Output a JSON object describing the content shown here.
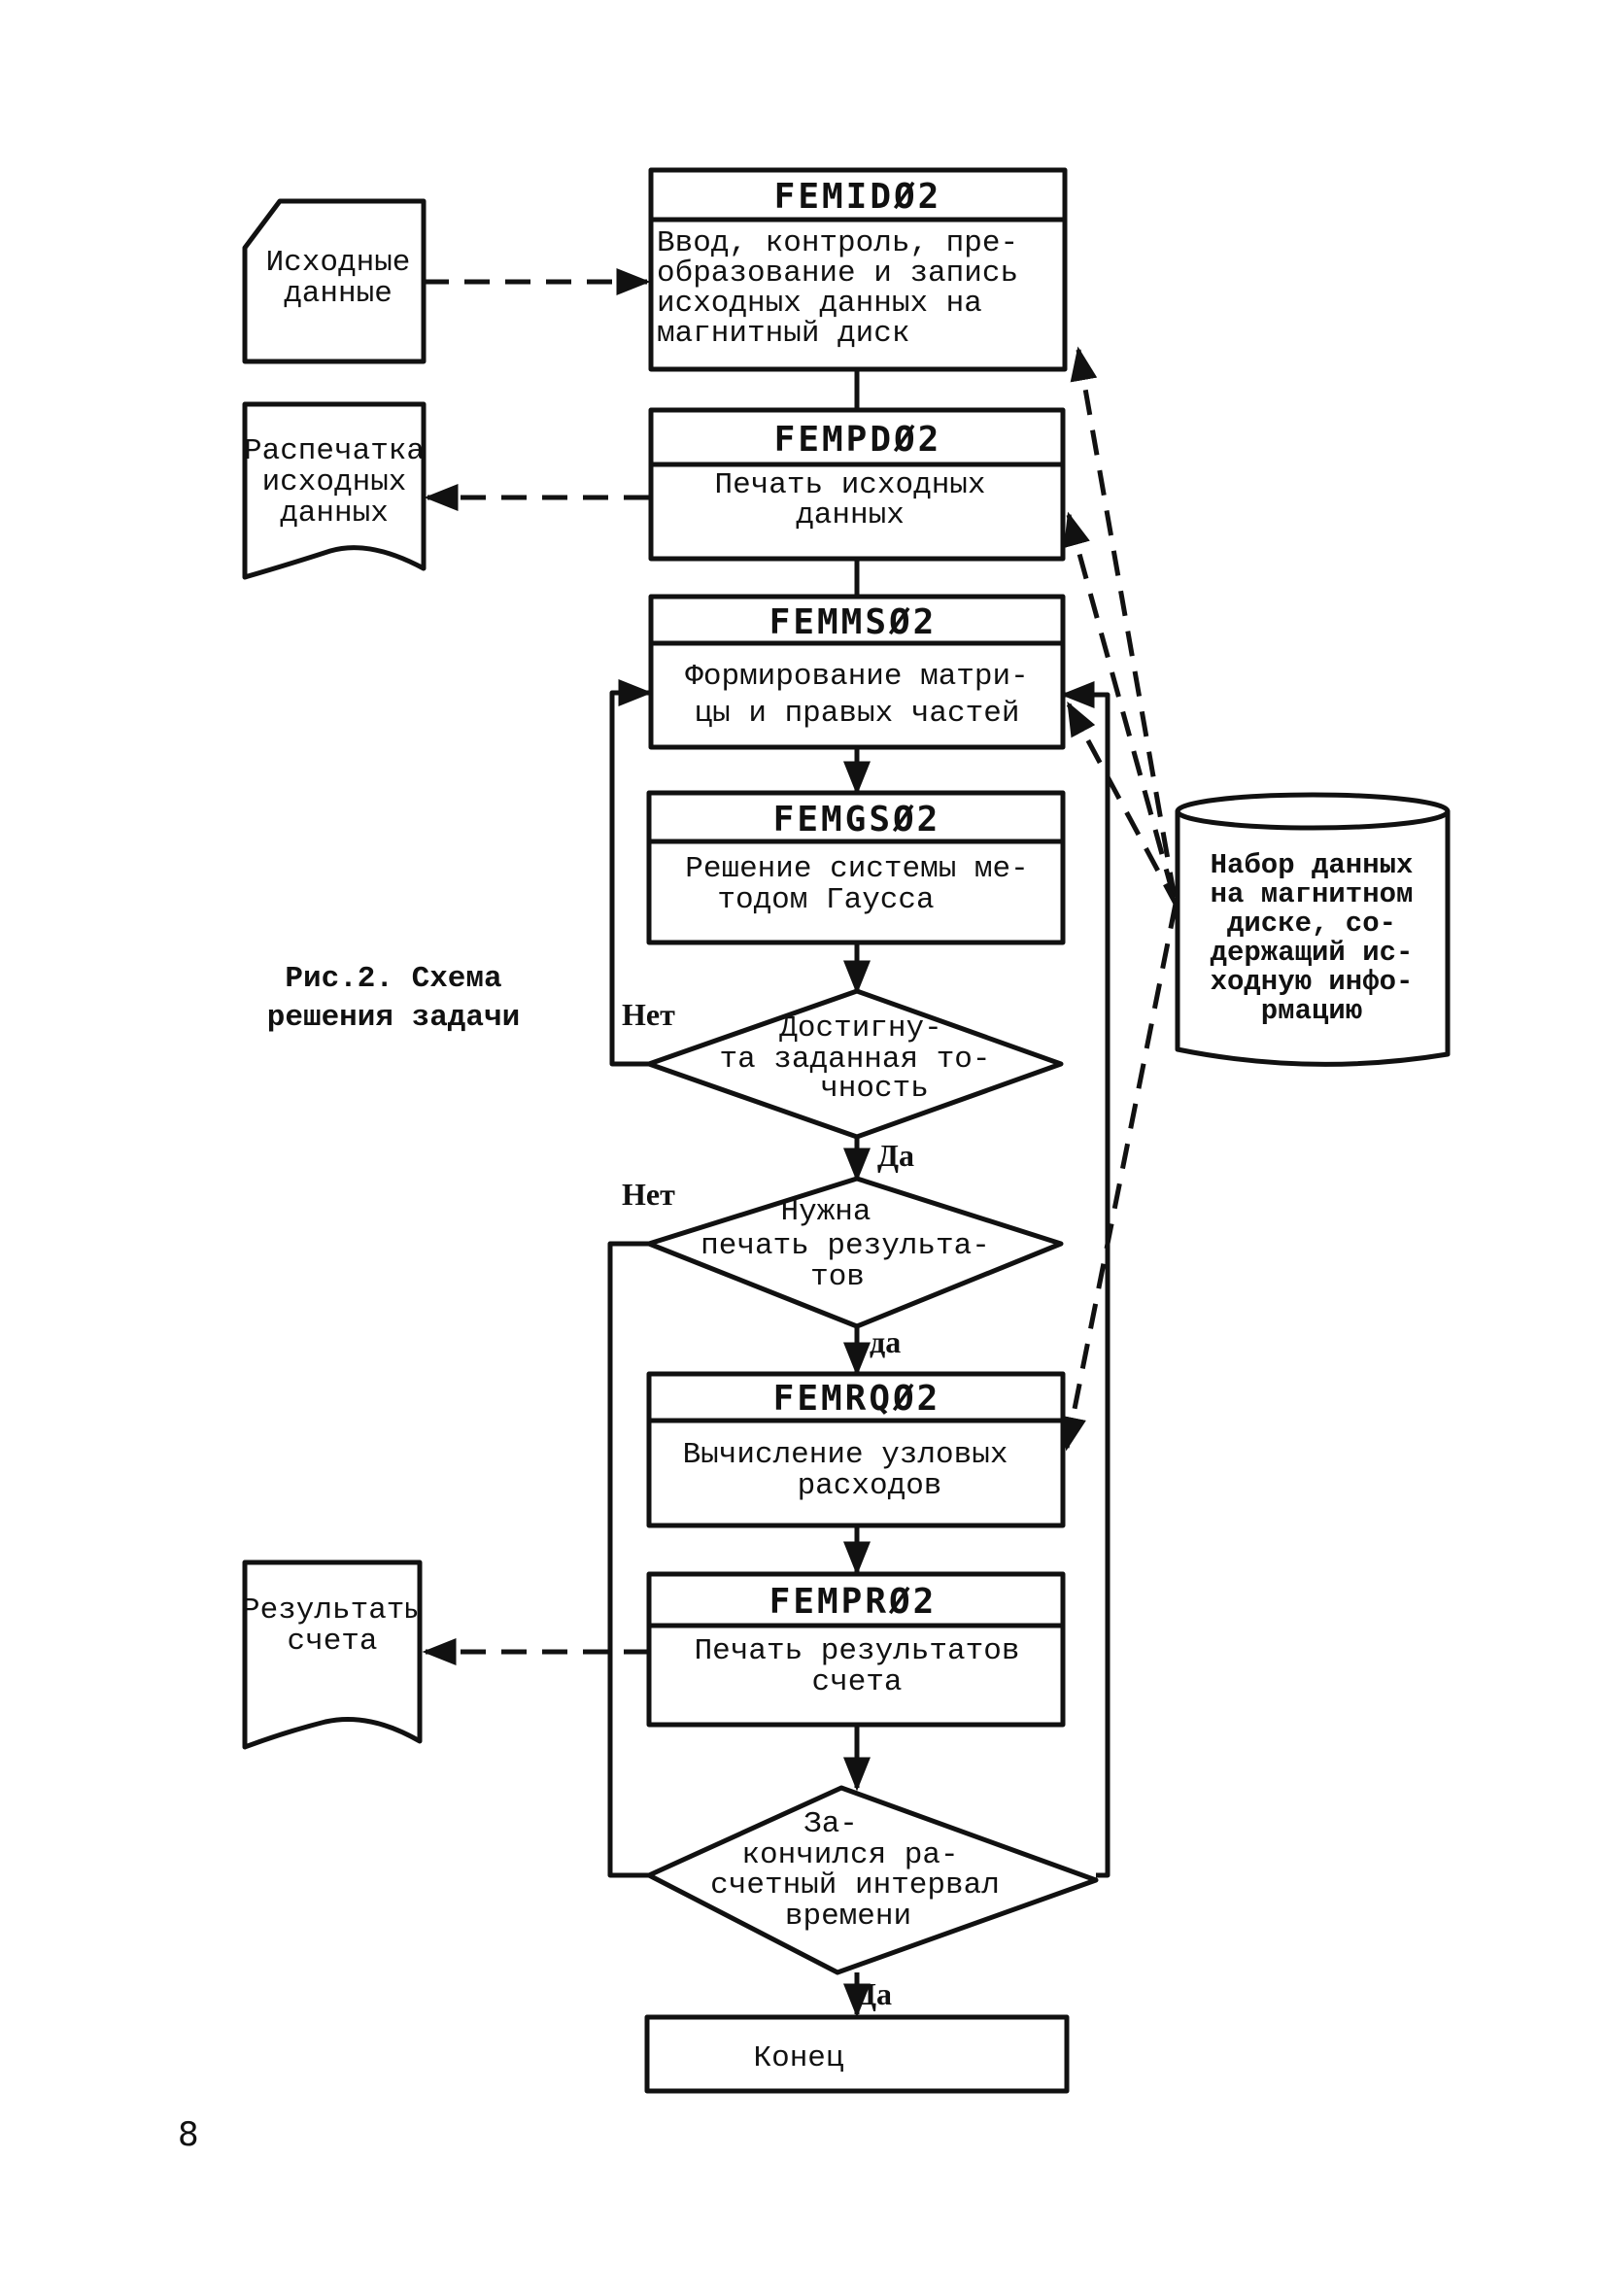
{
  "figure": {
    "caption": [
      "Рис.2. Схема",
      "решения задачи"
    ],
    "page_number": "8"
  },
  "external": {
    "input_data": {
      "kind": "punch-card",
      "lines": [
        "Исходные",
        "данные"
      ]
    },
    "printout_input": {
      "kind": "document",
      "lines": [
        "Распечатка",
        "исходных",
        "данных"
      ]
    },
    "printout_results": {
      "kind": "document",
      "lines": [
        "Результаты",
        "счета"
      ]
    },
    "disk_dataset": {
      "kind": "disk-storage",
      "lines": [
        "Набор данных",
        "на магнитном",
        "диске,   со-",
        "держащий ис-",
        "ходную инфо-",
        "рмацию"
      ]
    }
  },
  "process_blocks": [
    {
      "id": "FEMID02",
      "title": "FEMIDØ2",
      "lines": [
        "Ввод, контроль, пре-",
        "образование и запись",
        "исходных данных  на",
        "магнитный диск"
      ]
    },
    {
      "id": "FEMPD02",
      "title": "FEMPDØ2",
      "lines": [
        "Печать исходных",
        "данных"
      ]
    },
    {
      "id": "FEMMS02",
      "title": "FEMMSØ2",
      "lines": [
        "Формирование матри-",
        "цы и правых частей"
      ]
    },
    {
      "id": "FEMGS02",
      "title": "FEMGSØ2",
      "lines": [
        "Решение системы ме-",
        "тодом Гаусса"
      ]
    },
    {
      "id": "FEMRQ02",
      "title": "FEMRQØ2",
      "lines": [
        "Вычисление узловых",
        "расходов"
      ]
    },
    {
      "id": "FEMPR02",
      "title": "FEMPRØ2",
      "lines": [
        "Печать результатов",
        "счета"
      ]
    }
  ],
  "decisions": [
    {
      "id": "accuracy",
      "lines": [
        "Достигну-",
        "та заданная то-",
        "чность"
      ],
      "no_label": "Нет",
      "yes_label": "Да"
    },
    {
      "id": "print_needed",
      "lines": [
        "Нужна",
        "печать результа-",
        "тов"
      ],
      "no_label": "Нет",
      "yes_label": "да"
    },
    {
      "id": "interval_done",
      "lines": [
        "За-",
        "кончился ра-",
        "счетный интервал",
        "времени"
      ],
      "yes_label": "Да"
    }
  ],
  "terminal": {
    "label": "Конец"
  }
}
